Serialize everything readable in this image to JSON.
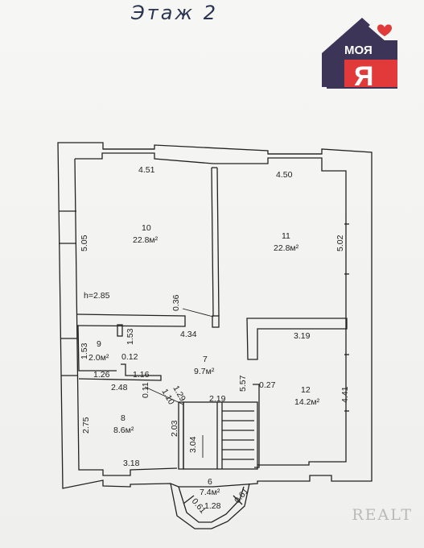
{
  "title": "Этаж 2",
  "logo": {
    "word": "МОЯ",
    "big": "Я"
  },
  "watermark": "REALT",
  "rooms": [
    {
      "id": "10",
      "area": "22.8м²"
    },
    {
      "id": "11",
      "area": "22.8м²"
    },
    {
      "id": "9",
      "area": "2.0м²"
    },
    {
      "id": "7",
      "area": "9.7м²"
    },
    {
      "id": "12",
      "area": "14.2м²"
    },
    {
      "id": "8",
      "area": "8.6м²"
    },
    {
      "id": "6",
      "area": "7.4м²"
    }
  ],
  "dimensions": {
    "d451": "4.51",
    "d450": "4.50",
    "d505": "5.05",
    "d502": "5.02",
    "h285": "h=2.85",
    "d036": "0.36",
    "d434": "4.34",
    "d319": "3.19",
    "d153a": "1.53",
    "d153b": "1.53",
    "d012": "0.12",
    "d126": "1.26",
    "d116": "1.16",
    "d248": "2.48",
    "d011": "0.11",
    "d110": "1.10",
    "d129": "1.29",
    "d219": "2.19",
    "d557": "5.57",
    "d027": "0.27",
    "d441": "4.41",
    "d275": "2.75",
    "d203": "2.03",
    "d304": "3.04",
    "d318": "3.18",
    "d061a": "0.61",
    "d128": "1.28",
    "d061b": "0.61"
  }
}
